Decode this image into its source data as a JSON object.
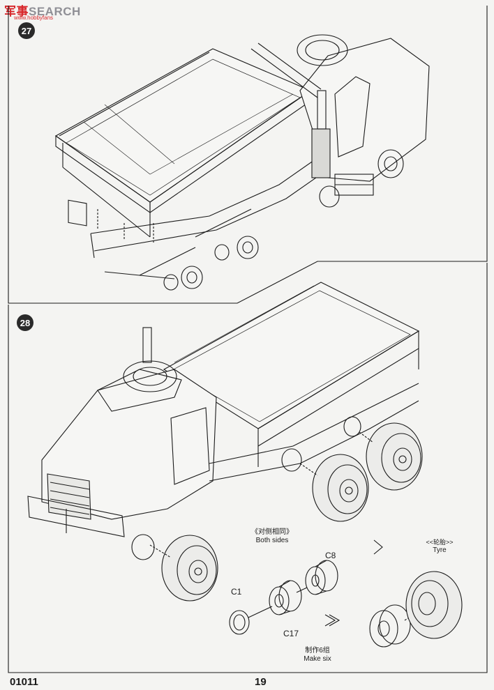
{
  "watermark": {
    "text_a": "军事",
    "text_b": "SEARCH",
    "sub": "www.hobbyfans"
  },
  "steps": [
    {
      "number": "27"
    },
    {
      "number": "28"
    }
  ],
  "labels": {
    "both_sides_cn": "《对侧相同》",
    "both_sides_en": "Both sides",
    "tyre_cn": "<<轮胎>>",
    "tyre_en": "Tyre",
    "make_six_cn": "制作6组",
    "make_six_en": "Make six"
  },
  "parts": {
    "c1": "C1",
    "c8": "C8",
    "c17": "C17"
  },
  "footer": {
    "catalog_number": "01011",
    "page_number": "19"
  },
  "colors": {
    "ink": "#1a1a1a",
    "paper": "#f4f4f2",
    "accent": "#d8262a"
  }
}
